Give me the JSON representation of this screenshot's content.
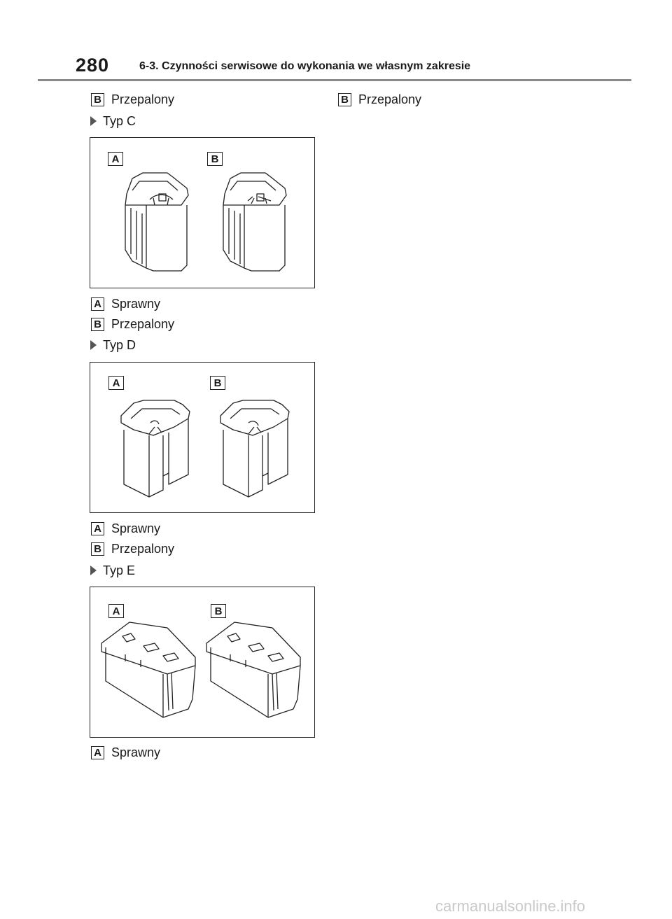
{
  "header": {
    "page_number": "280",
    "section_title": "6-3. Czynności serwisowe do wykonania we własnym zakresie"
  },
  "left_column": {
    "top_item": {
      "badge": "B",
      "text": "Przepalony"
    },
    "type_c": {
      "title": "Typ C",
      "figure_labels": {
        "a": "A",
        "b": "B"
      },
      "items": [
        {
          "badge": "A",
          "text": "Sprawny"
        },
        {
          "badge": "B",
          "text": "Przepalony"
        }
      ]
    },
    "type_d": {
      "title": "Typ D",
      "figure_labels": {
        "a": "A",
        "b": "B"
      },
      "items": [
        {
          "badge": "A",
          "text": "Sprawny"
        },
        {
          "badge": "B",
          "text": "Przepalony"
        }
      ]
    },
    "type_e": {
      "title": "Typ E",
      "figure_labels": {
        "a": "A",
        "b": "B"
      },
      "items": [
        {
          "badge": "A",
          "text": "Sprawny"
        }
      ]
    }
  },
  "right_column": {
    "top_item": {
      "badge": "B",
      "text": "Przepalony"
    }
  },
  "footer": {
    "watermark": "carmanualsonline.info"
  }
}
